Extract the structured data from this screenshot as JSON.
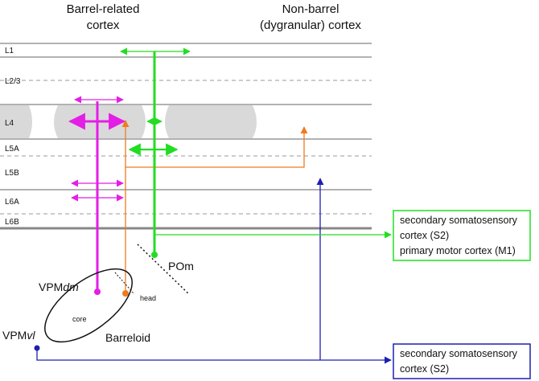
{
  "headers": {
    "barrel_line1": "Barrel-related",
    "barrel_line2": "cortex",
    "nonbarrel_line1": "Non-barrel",
    "nonbarrel_line2": "(dygranular) cortex"
  },
  "layers": [
    "L1",
    "L2/3",
    "L4",
    "L5A",
    "L5B",
    "L6A",
    "L6B"
  ],
  "thalamus": {
    "vpmdm_prefix": "VPM",
    "vpmdm_suffix": "dm",
    "vpmvl_prefix": "VPM",
    "vpmvl_suffix": "vl",
    "pom": "POm",
    "core": "core",
    "head": "head",
    "barreloid": "Barreloid"
  },
  "targets": {
    "green_line1": "secondary somatosensory",
    "green_line2": "cortex (S2)",
    "green_line3": "primary motor cortex (M1)",
    "blue_line1": "secondary somatosensory",
    "blue_line2": "cortex (S2)"
  },
  "colors": {
    "magenta": "#e41ee6",
    "green": "#22dd22",
    "orange": "#f07a1e",
    "blue": "#1f1fb0",
    "layer_line": "#999999",
    "barrel": "#d9d9d9"
  }
}
